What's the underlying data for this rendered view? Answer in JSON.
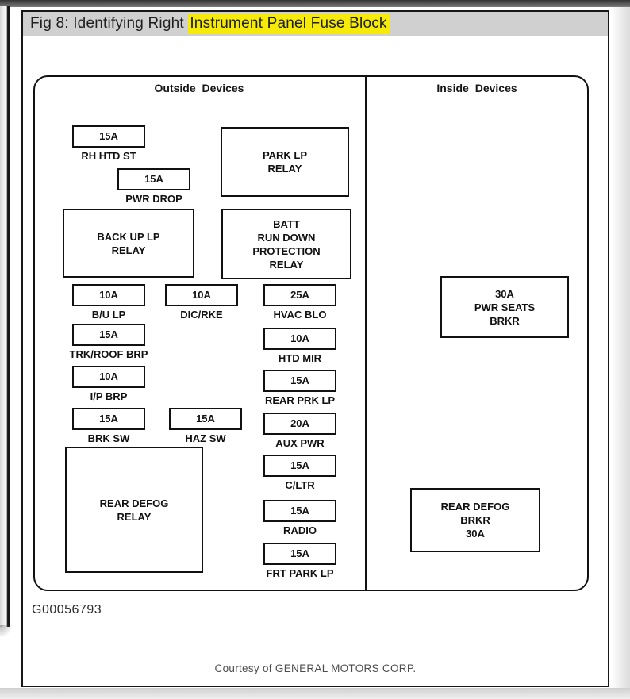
{
  "header": {
    "title_prefix": "Fig 8: Identifying Right ",
    "title_highlight": "Instrument Panel Fuse Block",
    "highlight_color": "#f6ea08",
    "strip_color": "#d0d0d0"
  },
  "diagram": {
    "sections": [
      {
        "label": "Outside Devices"
      },
      {
        "label": "Inside Devices"
      }
    ],
    "fuses": [
      {
        "amp": "15A",
        "label": "RH HTD ST"
      },
      {
        "amp": "15A",
        "label": "PWR DROP"
      },
      {
        "amp": "10A",
        "label": "B/U LP"
      },
      {
        "amp": "10A",
        "label": "DIC/RKE"
      },
      {
        "amp": "25A",
        "label": "HVAC BLO"
      },
      {
        "amp": "15A",
        "label": "TRK/ROOF BRP"
      },
      {
        "amp": "10A",
        "label": "I/P BRP"
      },
      {
        "amp": "15A",
        "label": "BRK SW"
      },
      {
        "amp": "15A",
        "label": "HAZ SW"
      },
      {
        "amp": "10A",
        "label": "HTD MIR"
      },
      {
        "amp": "15A",
        "label": "REAR PRK LP"
      },
      {
        "amp": "20A",
        "label": "AUX PWR"
      },
      {
        "amp": "15A",
        "label": "C/LTR"
      },
      {
        "amp": "15A",
        "label": "RADIO"
      },
      {
        "amp": "15A",
        "label": "FRT PARK LP"
      }
    ],
    "relays": [
      {
        "label": "PARK LP\nRELAY"
      },
      {
        "label": "BATT\nRUN DOWN\nPROTECTION\nRELAY"
      },
      {
        "label": "BACK UP LP\nRELAY"
      },
      {
        "label": "REAR DEFOG\nRELAY"
      },
      {
        "label": "30A\nPWR SEATS\nBRKR"
      },
      {
        "label": "REAR DEFOG\nBRKR\n30A"
      }
    ]
  },
  "footer": {
    "figure_id": "G00056793",
    "courtesy": "Courtesy of GENERAL MOTORS CORP."
  }
}
